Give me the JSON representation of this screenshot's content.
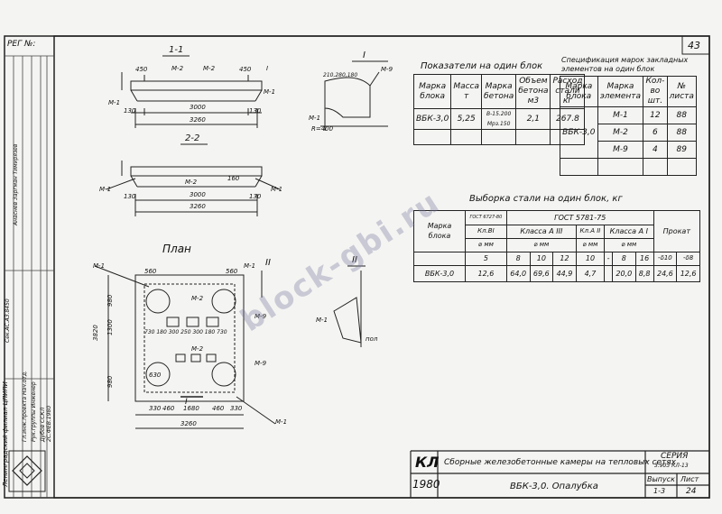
{
  "sheet_number": "43",
  "reg_label": "РЕГ №:",
  "sections": {
    "s11": "1-1",
    "s22": "2-2",
    "plan": "План",
    "node1": "I",
    "node2": "II",
    "d_3000": "3000",
    "d_3260": "3260",
    "d_450": "450",
    "d_250": "250",
    "d_160": "160",
    "d_130": "130",
    "d_1680": "1680",
    "d_3820": "3820",
    "d_1300": "1300",
    "d_980": "980",
    "d_560": "560",
    "d_330": "330",
    "d_460": "460",
    "d_630": "630",
    "mark_m1": "М-1",
    "mark_m2": "М-2",
    "mark_m9": "М-9",
    "r400": "R=400",
    "node_values": "210,280,180",
    "plan_dims": "730 180 300 250 300 180 730",
    "floor": "пол"
  },
  "indicators": {
    "title": "Показатели на один блок",
    "headers": [
      "Марка блока",
      "Масса т",
      "Марка бетона",
      "Объем бетона м3",
      "Расход стали кг"
    ],
    "row": [
      "ВБК-3,0",
      "5,25",
      "В-15.200 Мрз.150",
      "2,1",
      "267.8"
    ]
  },
  "spec": {
    "title": "Спецификация марок закладных элементов на один блок",
    "headers": [
      "Марка блока",
      "Марка элемента",
      "Кол-во шт.",
      "№ листа"
    ],
    "block": "ВБК-3,0",
    "rows": [
      [
        "М-1",
        "12",
        "88"
      ],
      [
        "М-2",
        "6",
        "88"
      ],
      [
        "М-9",
        "4",
        "89"
      ]
    ]
  },
  "steel": {
    "title": "Выборка стали на один блок, кг",
    "mark_header": "Марка блока",
    "gost1": "ГОСТ 5781-75",
    "gost_small": "ГОСТ 6727-80",
    "cls_b1": "Кл.ВI",
    "cls_a3": "Класса А III",
    "cls_a2": "Кл.А II",
    "cls_a1": "Класса А I",
    "rolled": "Прокат",
    "dmm": "⌀ мм",
    "diams": [
      "5",
      "8",
      "10",
      "12",
      "10",
      "-",
      "8",
      "16",
      "-δ10",
      "-δ8"
    ],
    "row": [
      "ВБК-3,0",
      "12,6",
      "64,0",
      "69,6",
      "44,9",
      "4,7",
      "",
      "20,0",
      "8,8",
      "24,6",
      "12,6"
    ]
  },
  "stamp": {
    "kl": "КЛ",
    "year": "1980",
    "title": "Сборные железобетонные камеры на тепловых сетях",
    "series_label": "СЕРИЯ",
    "series": "3.903 КЛ-13",
    "issue_label": "Выпуск",
    "issue": "1-3",
    "sheet_label": "Лист",
    "sheet": "24",
    "name": "ВБК-3,0. Опалубка"
  },
  "side_text": {
    "org": "Ленинградский филиал ЦПИПИ",
    "col1": "Анаснев Заргман Тимирязев",
    "col2": "Гл.инж.проекта Нач.отд.",
    "col3": "Рук.группы Инженер",
    "col4": "Дубов ССКЛ",
    "col5": "2С.ФЕВ.1980",
    "col6": "Сек.АС.АЗ.8450"
  },
  "watermark": "block-gbi.ru"
}
